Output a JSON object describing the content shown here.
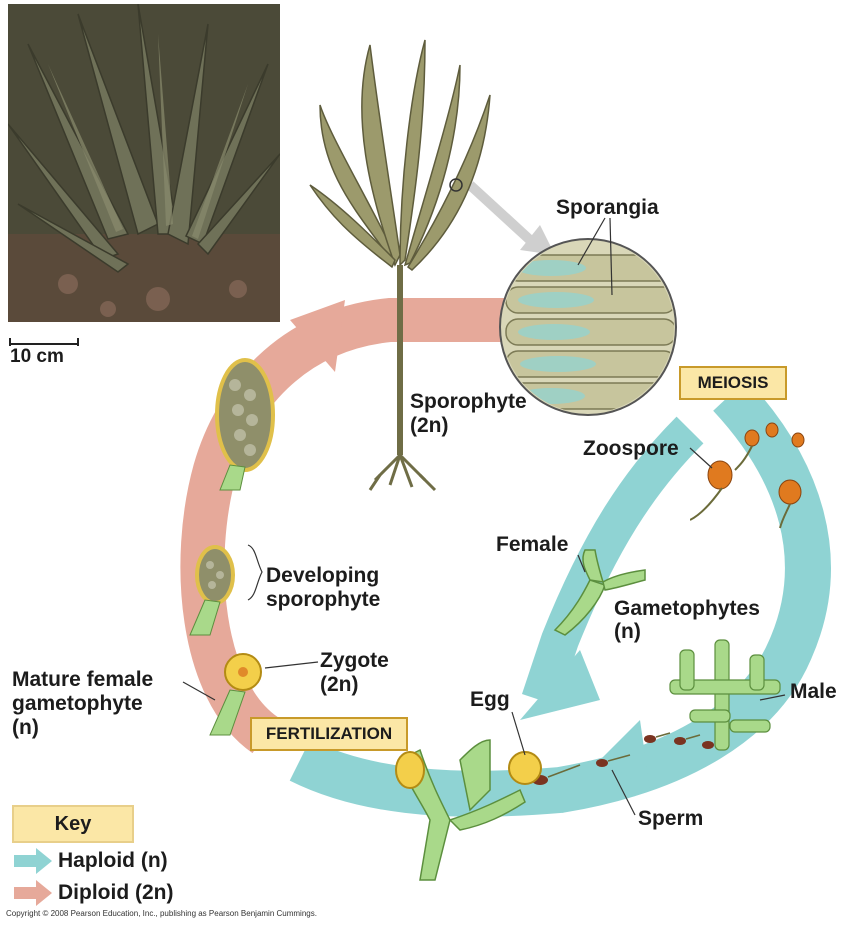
{
  "labels": {
    "scale": "10 cm",
    "sporangia": "Sporangia",
    "meiosis": "MEIOSIS",
    "sporophyte": "Sporophyte",
    "sporophyte_ploidy": "(2n)",
    "zoospore": "Zoospore",
    "female": "Female",
    "gametophytes": "Gametophytes",
    "gametophytes_ploidy": "(n)",
    "developing_1": "Developing",
    "developing_2": "sporophyte",
    "zygote": "Zygote",
    "zygote_ploidy": "(2n)",
    "mature_1": "Mature female",
    "mature_2": "gametophyte",
    "mature_ploidy": "(n)",
    "fertilization": "FERTILIZATION",
    "egg": "Egg",
    "male": "Male",
    "sperm": "Sperm"
  },
  "key": {
    "title": "Key",
    "haploid": "Haploid (n)",
    "diploid": "Diploid (2n)"
  },
  "colors": {
    "haploid": "#8fd3d3",
    "diploid": "#e6a99a",
    "key_box": "#fbe7a6",
    "kelp": "#8a8a5c",
    "zoospore": "#e07a1f",
    "gametophyte_green": "#a9d98a"
  },
  "copyright": "Copyright © 2008 Pearson Education, Inc., publishing as Pearson Benjamin Cummings."
}
